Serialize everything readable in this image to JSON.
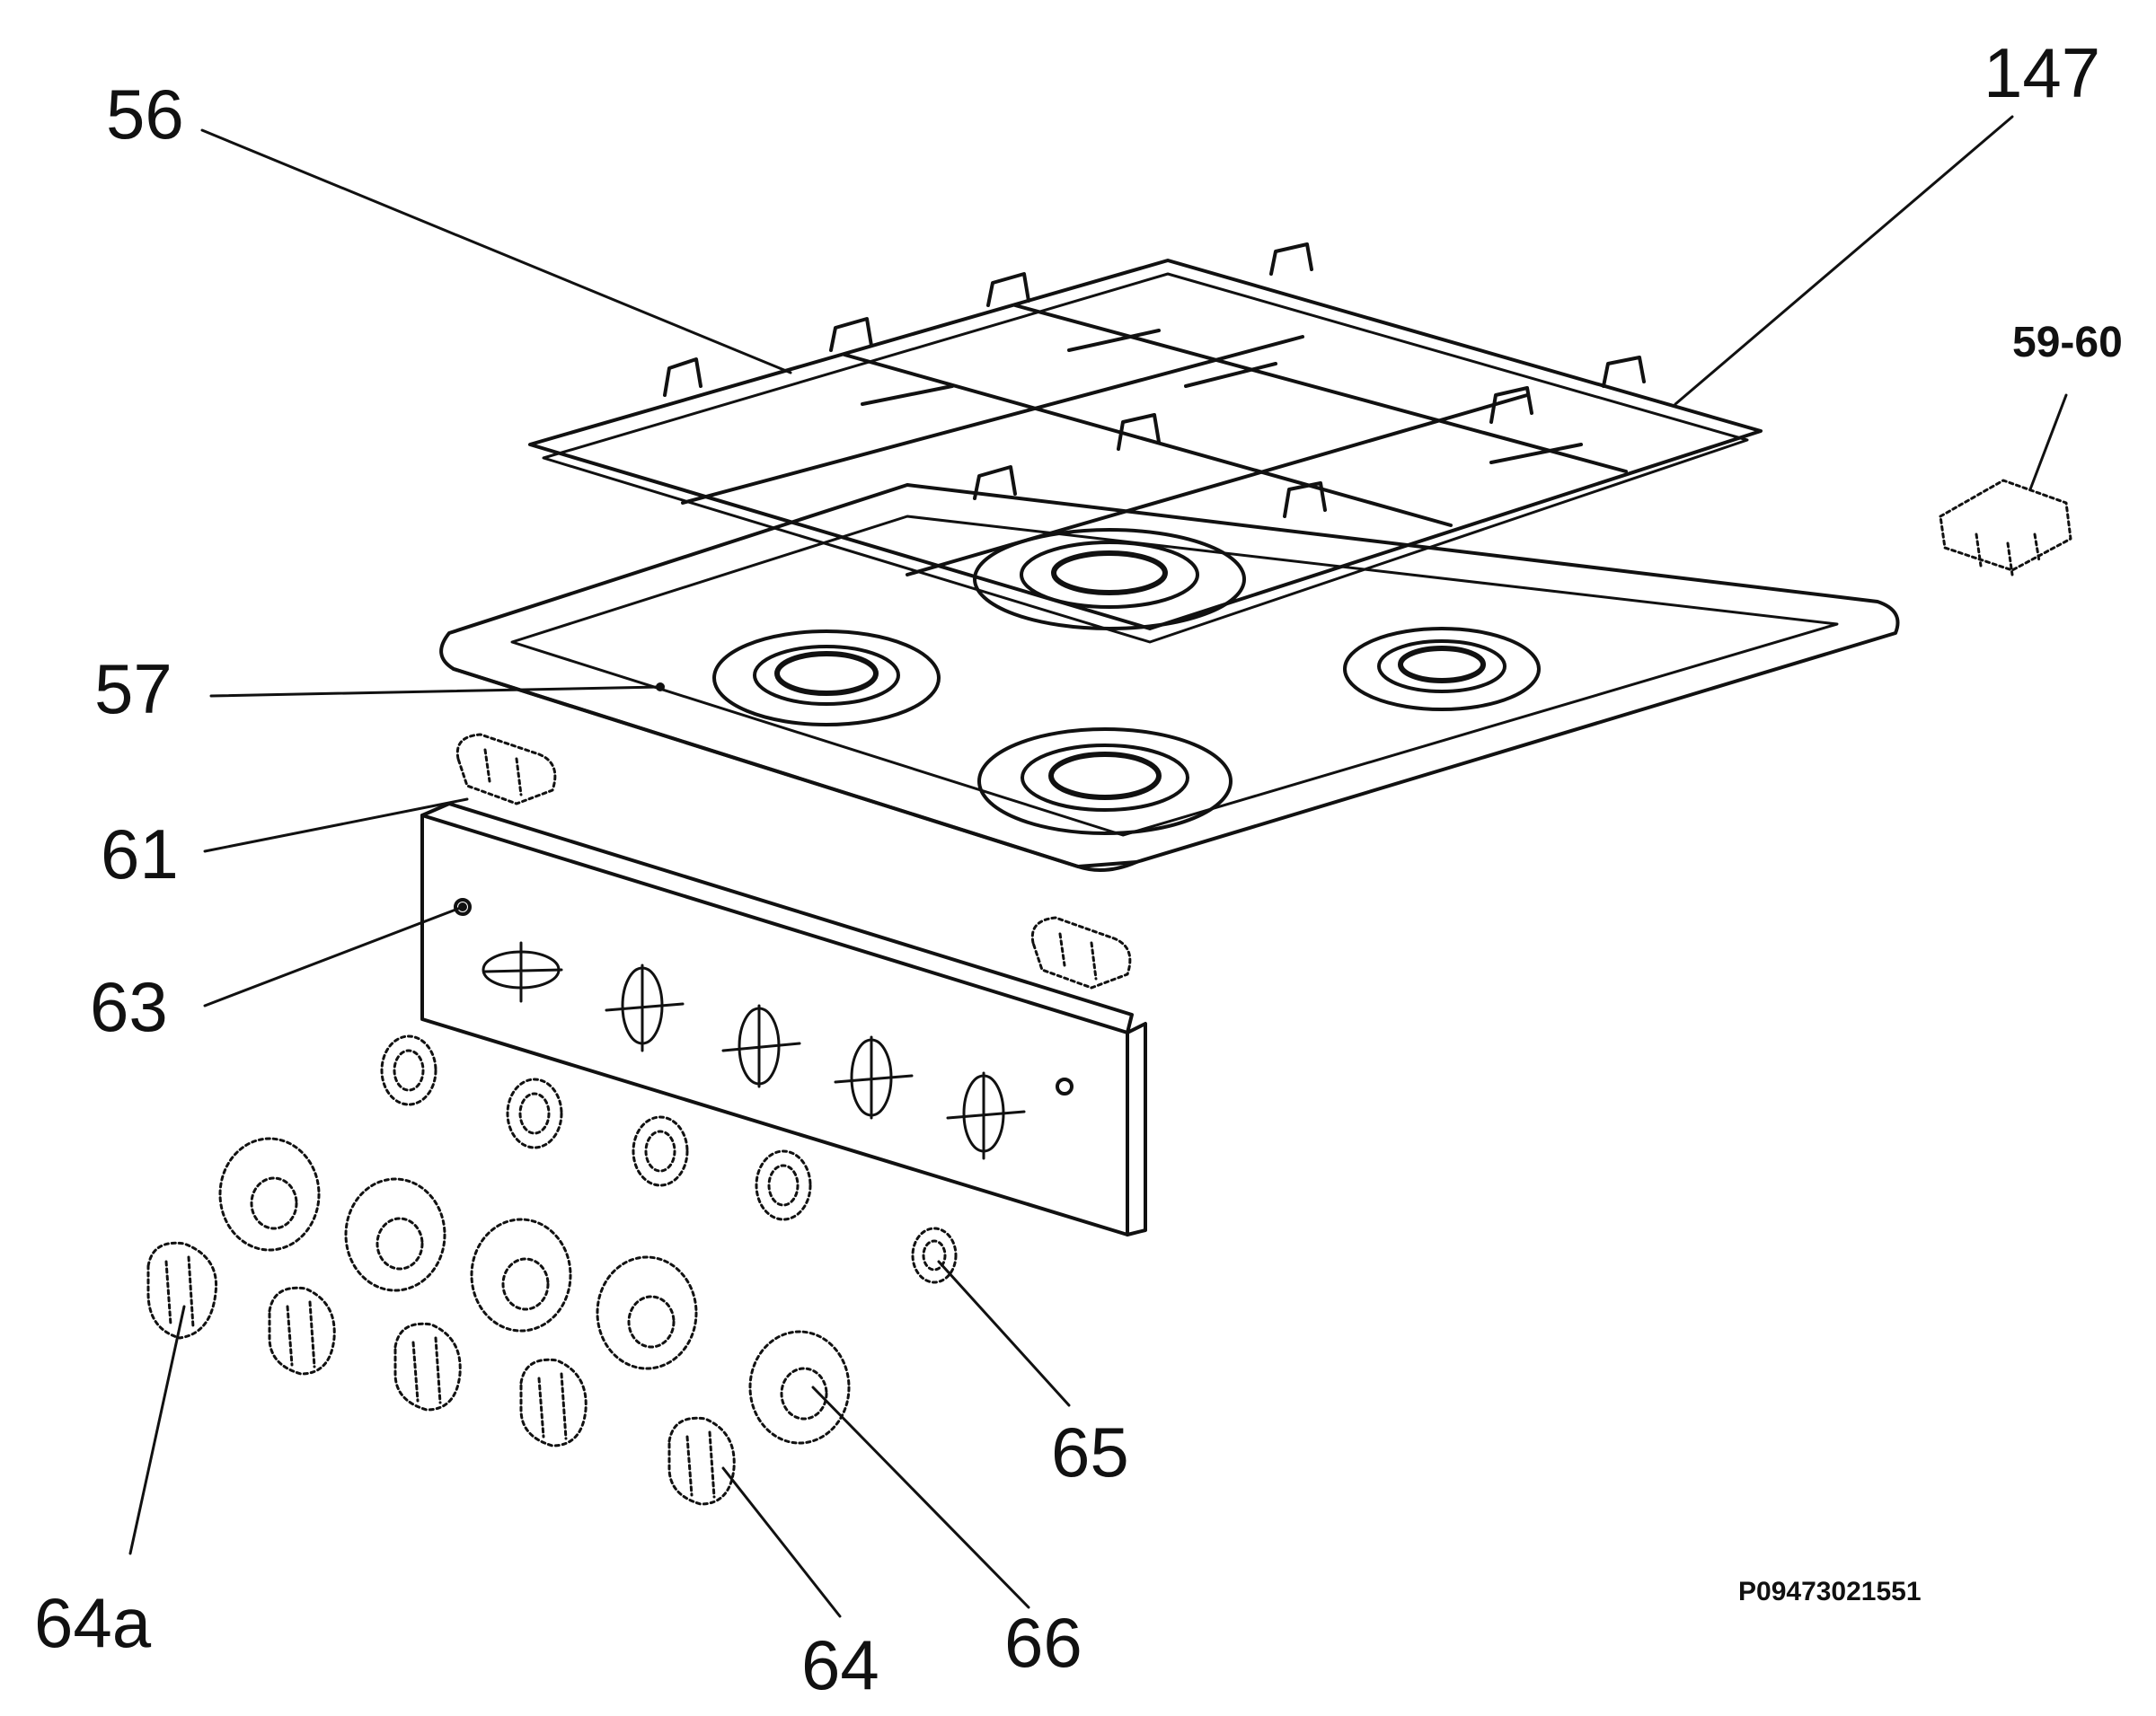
{
  "labels": {
    "l56": "56",
    "l147": "147",
    "l5960": "59-60",
    "l57": "57",
    "l61": "61",
    "l63": "63",
    "l65": "65",
    "l64a": "64a",
    "l64": "64",
    "l66": "66"
  },
  "drawing_ref": "P09473021551",
  "colors": {
    "line": "#111111",
    "background": "#ffffff"
  }
}
